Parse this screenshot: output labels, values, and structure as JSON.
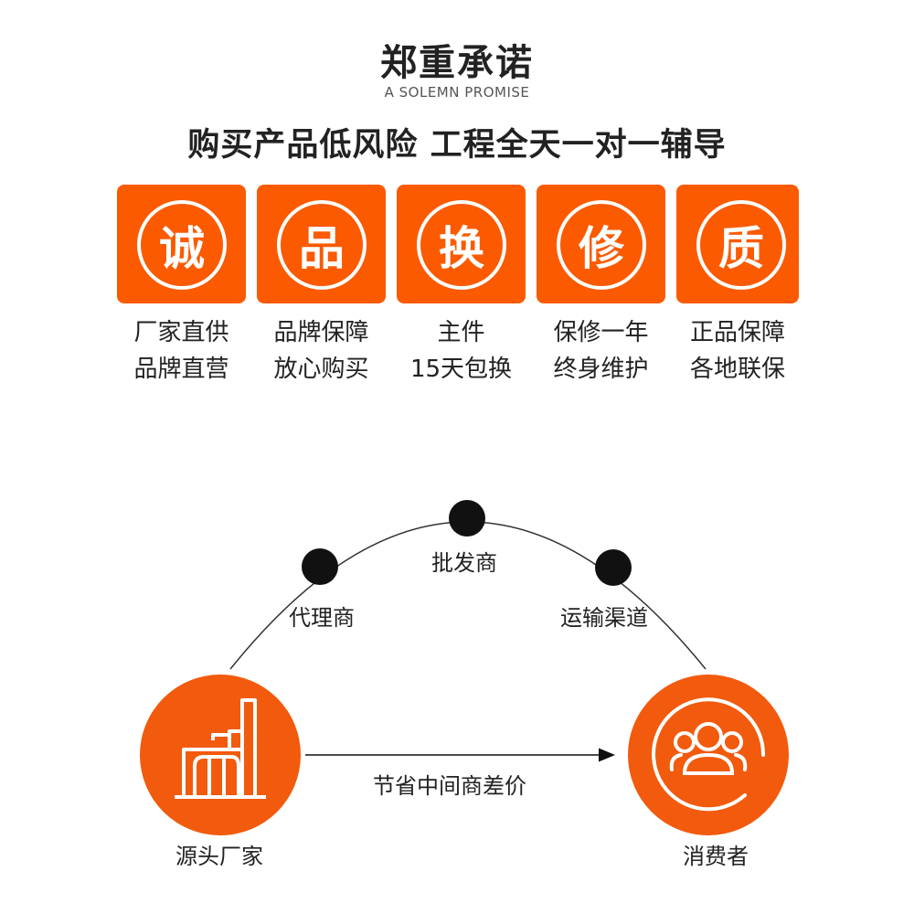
{
  "header": {
    "title": "郑重承诺",
    "subtitle": "A SOLEMN PROMISE",
    "tagline": "购买产品低风险  工程全天一对一辅导"
  },
  "promises": [
    {
      "badge": "诚",
      "line1": "厂家直供",
      "line2": "品牌直营"
    },
    {
      "badge": "品",
      "line1": "品牌保障",
      "line2": "放心购买"
    },
    {
      "badge": "换",
      "line1": "主件",
      "line2": "15天包换"
    },
    {
      "badge": "修",
      "line1": "保修一年",
      "line2": "终身维护"
    },
    {
      "badge": "质",
      "line1": "正品保障",
      "line2": "各地联保"
    }
  ],
  "diagram": {
    "nodes": {
      "agent": "代理商",
      "wholesaler": "批发商",
      "transport": "运输渠道"
    },
    "source": "源头厂家",
    "consumer": "消费者",
    "arrow_label": "节省中间商差价"
  },
  "colors": {
    "accent": "#fb5a00",
    "accent_circle": "#f25a0d",
    "dot": "#111111"
  },
  "icons": {
    "source": "factory-icon",
    "consumer": "user-group-icon"
  }
}
